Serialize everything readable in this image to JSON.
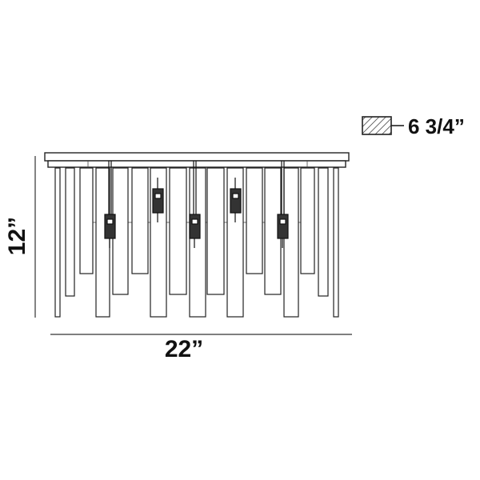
{
  "dimensions": {
    "height": "12”",
    "width": "22”",
    "box_depth": "6 3/4”"
  },
  "colors": {
    "line": "#222222",
    "background": "#ffffff"
  }
}
